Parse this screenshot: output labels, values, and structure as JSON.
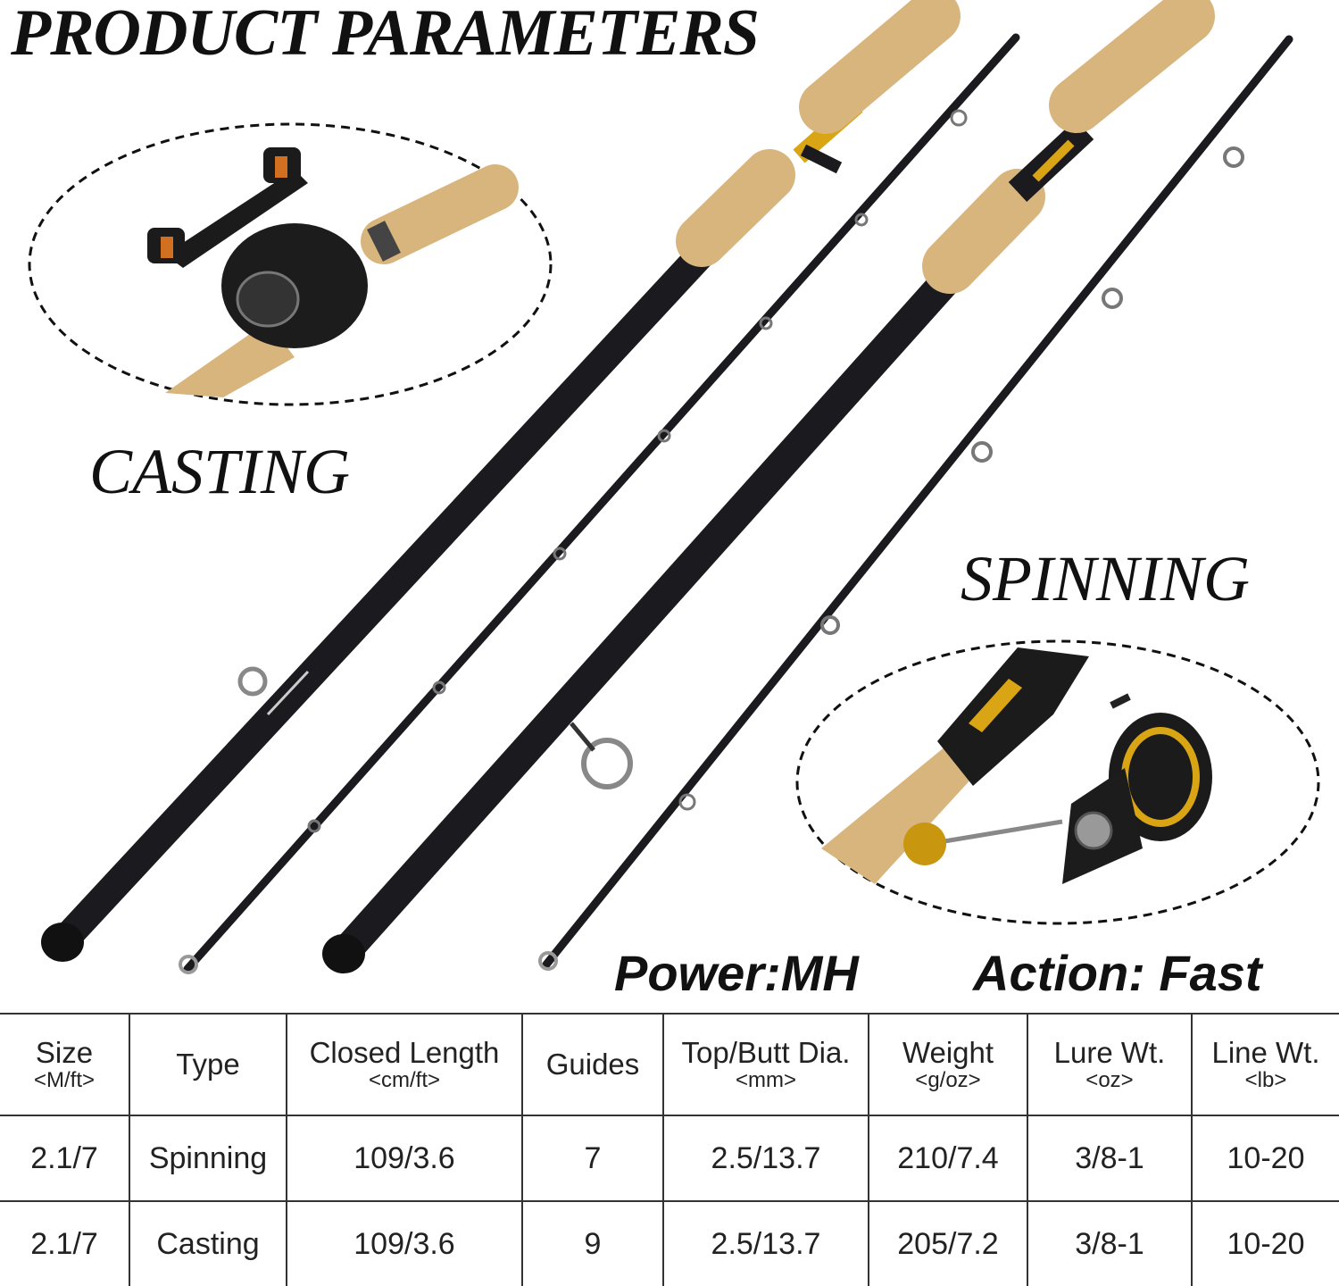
{
  "title": "PRODUCT PARAMETERS",
  "labels": {
    "casting": "CASTING",
    "spinning": "SPINNING",
    "power": "Power:MH",
    "action": "Action: Fast"
  },
  "colors": {
    "rod": "#1b1b1f",
    "cork": "#d9b57e",
    "gold": "#d9a514",
    "border": "#333333"
  },
  "table": {
    "headers": [
      {
        "label": "Size",
        "unit": "<M/ft>"
      },
      {
        "label": "Type",
        "unit": ""
      },
      {
        "label": "Closed Length",
        "unit": "<cm/ft>"
      },
      {
        "label": "Guides",
        "unit": ""
      },
      {
        "label": "Top/Butt Dia.",
        "unit": "<mm>"
      },
      {
        "label": "Weight",
        "unit": "<g/oz>"
      },
      {
        "label": "Lure Wt.",
        "unit": "<oz>"
      },
      {
        "label": "Line Wt.",
        "unit": "<lb>"
      }
    ],
    "rows": [
      [
        "2.1/7",
        "Spinning",
        "109/3.6",
        "7",
        "2.5/13.7",
        "210/7.4",
        "3/8-1",
        "10-20"
      ],
      [
        "2.1/7",
        "Casting",
        "109/3.6",
        "9",
        "2.5/13.7",
        "205/7.2",
        "3/8-1",
        "10-20"
      ]
    ]
  }
}
